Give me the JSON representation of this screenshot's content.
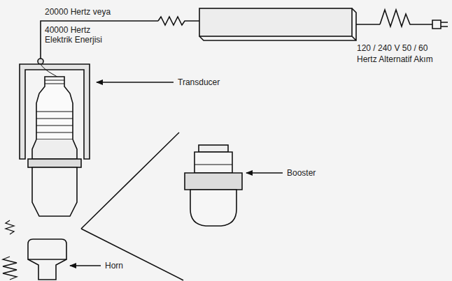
{
  "diagram": {
    "labels": [
      "20000 Hertz veya",
      "40000 Hertz",
      "Elektrik Enerjisi",
      "Transducer",
      "Booster",
      "Horn",
      "120 / 240 V 50 / 60",
      "Hertz Alternatif Akım"
    ]
  }
}
